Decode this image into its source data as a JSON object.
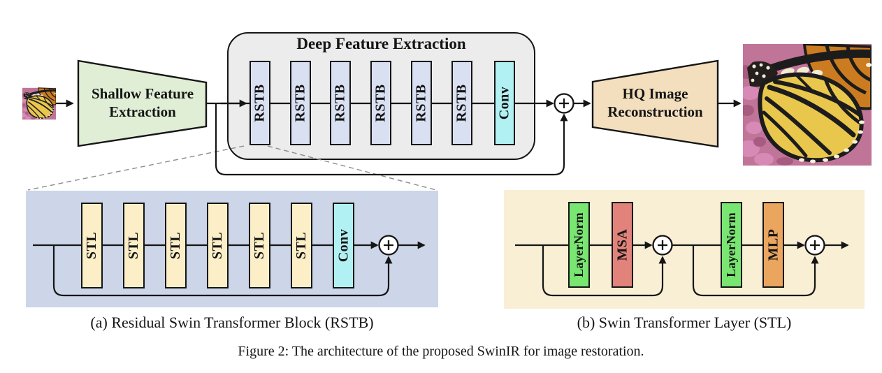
{
  "figure": {
    "caption": "Figure 2: The architecture of the proposed SwinIR for image restoration."
  },
  "pipeline": {
    "shallow": {
      "line1": "Shallow Feature",
      "line2": "Extraction"
    },
    "deep": {
      "title": "Deep Feature Extraction",
      "blocks": [
        "RSTB",
        "RSTB",
        "RSTB",
        "RSTB",
        "RSTB",
        "RSTB",
        "Conv"
      ]
    },
    "hq": {
      "line1": "HQ Image",
      "line2": "Reconstruction"
    }
  },
  "panel_a": {
    "caption": "(a) Residual Swin Transformer Block (RSTB)",
    "blocks": [
      "STL",
      "STL",
      "STL",
      "STL",
      "STL",
      "STL",
      "Conv"
    ]
  },
  "panel_b": {
    "caption": "(b) Swin Transformer Layer (STL)",
    "blocks": [
      "LayerNorm",
      "MSA",
      "LayerNorm",
      "MLP"
    ]
  },
  "icons": {
    "add_icon": "+"
  },
  "colors": {
    "line": "#151515",
    "dash": "#8c8c8c",
    "shallow_fill": "#dfeed5",
    "deep_bg": "#ececec",
    "rstb_fill": "#d9e0f2",
    "conv_fill": "#b2f1f3",
    "panel_a_bg": "#cdd5e8",
    "stl_fill": "#fcefc8",
    "panel_b_bg": "#f9efd4",
    "layernorm_fill": "#79e671",
    "msa_fill": "#e2837b",
    "mlp_fill": "#eaa55e",
    "hq_fill": "#f3dfbd"
  }
}
